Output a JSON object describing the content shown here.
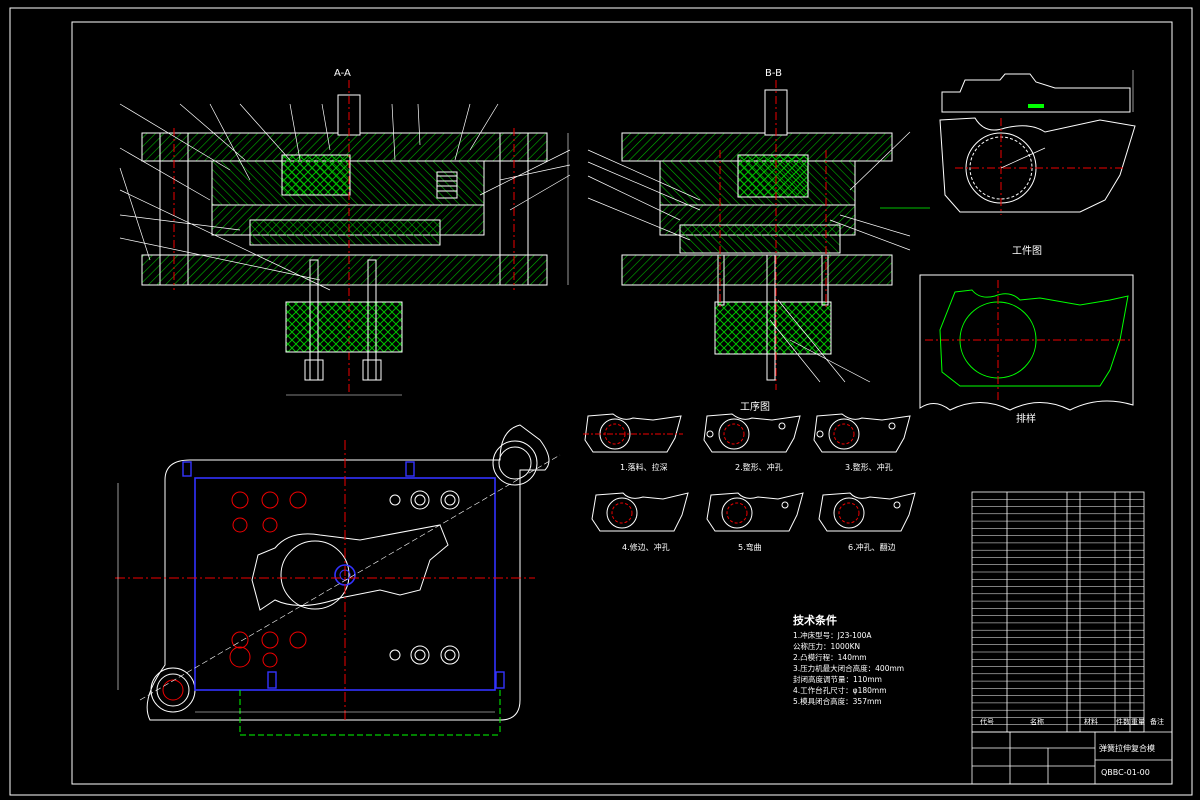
{
  "views": {
    "section_a": "A-A",
    "section_b": "B-B",
    "part_drawing": "工件图",
    "process_drawing": "工序图",
    "blank": "排样"
  },
  "process_steps": [
    "1.落料、拉深",
    "2.整形、冲孔",
    "3.整形、冲孔",
    "4.修边、冲孔",
    "5.弯曲",
    "6.冲孔、翻边"
  ],
  "tech_notes": {
    "heading": "技术条件",
    "lines": [
      "1.冲床型号：J23-100A",
      "  公称压力：1000KN",
      "2.凸模行程：140mm",
      "3.压力机最大闭合高度：400mm",
      "  封闭高度调节量：110mm",
      "4.工作台孔尺寸：φ180mm",
      "5.模具闭合高度：357mm"
    ]
  },
  "title_block": {
    "drawing_name": "弹簧拉伸复合模",
    "drawing_no": "QBBC-01-00",
    "header_cols": [
      "代号",
      "名称",
      "材料"
    ],
    "header_extra": [
      "件数",
      "重量",
      "备注"
    ]
  },
  "part_list_rows": 32
}
